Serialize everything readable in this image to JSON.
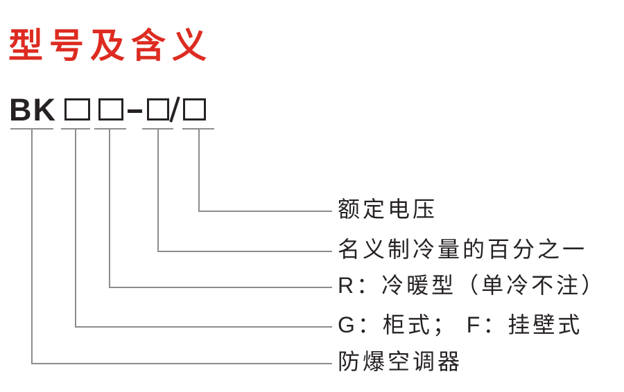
{
  "title": {
    "text": "型号及含义"
  },
  "model_code": {
    "pattern": "BK□□-□/□",
    "prefix": "BK",
    "dash": "-",
    "slash": "/",
    "box_count": 4
  },
  "labels": [
    {
      "key": "rated-voltage",
      "text": "额定电压"
    },
    {
      "key": "nominal-cooling-capacity",
      "text": "名义制冷量的百分之一"
    },
    {
      "key": "heating-cooling-type",
      "text": "R：冷暖型（单冷不注）"
    },
    {
      "key": "cabinet-or-wall-type",
      "text": "G：柜式； F：挂壁式"
    },
    {
      "key": "product-type",
      "text": "防爆空调器"
    }
  ],
  "colors": {
    "background": "#ffffff",
    "title": "#dd2b21",
    "text": "#262223",
    "line": "#8c8c8c"
  }
}
